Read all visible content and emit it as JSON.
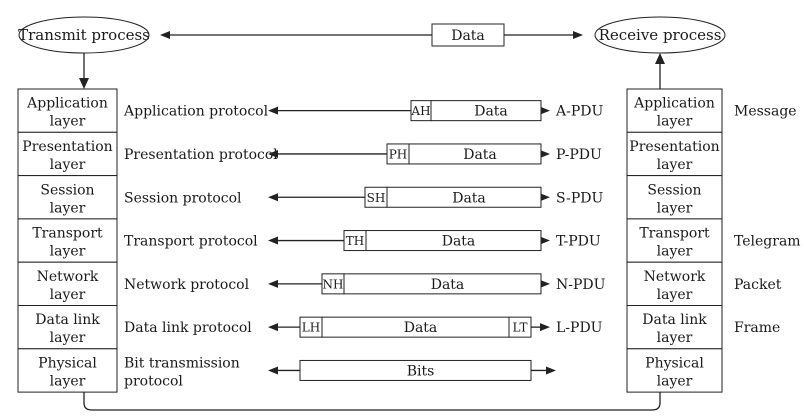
{
  "top": {
    "transmit": "Transmit process",
    "receive": "Receive process",
    "data": "Data"
  },
  "layers": [
    {
      "name_lines": [
        "Application",
        "layer"
      ],
      "protocol_lines": [
        "Application protocol"
      ],
      "header": "AH",
      "data": "Data",
      "trailer": "",
      "pdu": "A-PDU",
      "unit": "Message"
    },
    {
      "name_lines": [
        "Presentation",
        "layer"
      ],
      "protocol_lines": [
        "Presentation protocol"
      ],
      "header": "PH",
      "data": "Data",
      "trailer": "",
      "pdu": "P-PDU",
      "unit": ""
    },
    {
      "name_lines": [
        "Session",
        "layer"
      ],
      "protocol_lines": [
        "Session protocol"
      ],
      "header": "SH",
      "data": "Data",
      "trailer": "",
      "pdu": "S-PDU",
      "unit": ""
    },
    {
      "name_lines": [
        "Transport",
        "layer"
      ],
      "protocol_lines": [
        "Transport protocol"
      ],
      "header": "TH",
      "data": "Data",
      "trailer": "",
      "pdu": "T-PDU",
      "unit": "Telegram"
    },
    {
      "name_lines": [
        "Network",
        "layer"
      ],
      "protocol_lines": [
        "Network protocol"
      ],
      "header": "NH",
      "data": "Data",
      "trailer": "",
      "pdu": "N-PDU",
      "unit": "Packet"
    },
    {
      "name_lines": [
        "Data link",
        "layer"
      ],
      "protocol_lines": [
        "Data link protocol"
      ],
      "header": "LH",
      "data": "Data",
      "trailer": "LT",
      "pdu": "L-PDU",
      "unit": "Frame"
    },
    {
      "name_lines": [
        "Physical",
        "layer"
      ],
      "protocol_lines": [
        "Bit transmission",
        "protocol"
      ],
      "header": "",
      "data": "Bits",
      "trailer": "",
      "pdu": "",
      "unit": ""
    }
  ]
}
